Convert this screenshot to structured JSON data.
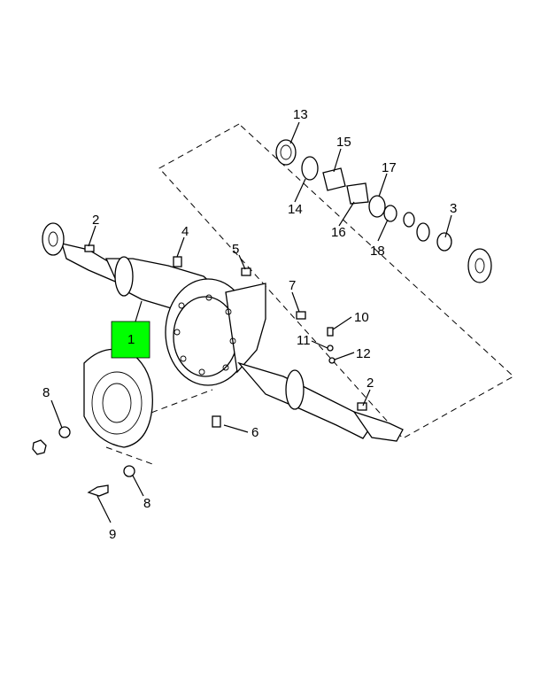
{
  "diagram": {
    "highlight_color": "#00ff00",
    "callouts": {
      "c1": "1",
      "c2a": "2",
      "c2b": "2",
      "c3": "3",
      "c4": "4",
      "c5": "5",
      "c6": "6",
      "c7": "7",
      "c8a": "8",
      "c8b": "8",
      "c9": "9",
      "c10": "10",
      "c11": "11",
      "c12": "12",
      "c13": "13",
      "c14": "14",
      "c15": "15",
      "c16": "16",
      "c17": "17",
      "c18": "18"
    }
  }
}
